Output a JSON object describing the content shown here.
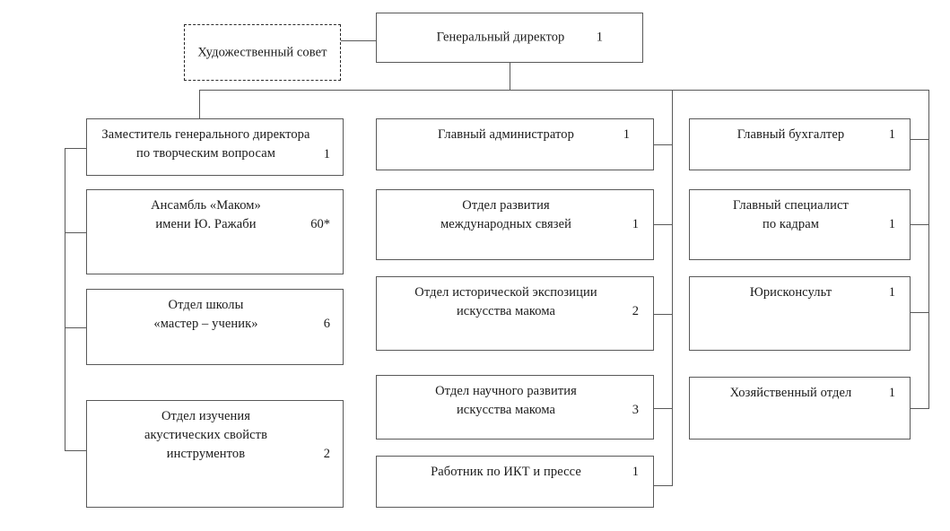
{
  "chart": {
    "title": "Organizational structure chart",
    "language": "ru",
    "line_color": "#595959",
    "background": "#ffffff"
  },
  "top": {
    "director": {
      "label": "Генеральный директор",
      "count": "1"
    },
    "advisory": {
      "label": "Художественный совет",
      "count": ""
    }
  },
  "columns": {
    "left": {
      "nodes": [
        {
          "label": "Заместитель генерального директора\nпо творческим вопросам",
          "count": "1"
        },
        {
          "label": "Ансамбль «Маком»\nимени Ю. Ражаби",
          "count": "60*"
        },
        {
          "label": "Отдел школы\n«мастер – ученик»",
          "count": "6"
        },
        {
          "label": "Отдел изучения\nакустических свойств\nинструментов",
          "count": "2"
        }
      ]
    },
    "middle": {
      "nodes": [
        {
          "label": "Главный администратор",
          "count": "1"
        },
        {
          "label": "Отдел развития\nмеждународных связей",
          "count": "1"
        },
        {
          "label": "Отдел исторической экспозиции\nискусства макома",
          "count": "2"
        },
        {
          "label": "Отдел научного развития\nискусства макома",
          "count": "3"
        },
        {
          "label": "Работник по ИКТ и прессе",
          "count": "1"
        }
      ]
    },
    "right": {
      "nodes": [
        {
          "label": "Главный бухгалтер",
          "count": "1"
        },
        {
          "label": "Главный специалист\nпо кадрам",
          "count": "1"
        },
        {
          "label": "Юрисконсульт",
          "count": "1"
        },
        {
          "label": "Хозяйственный отдел",
          "count": "1"
        }
      ]
    }
  }
}
